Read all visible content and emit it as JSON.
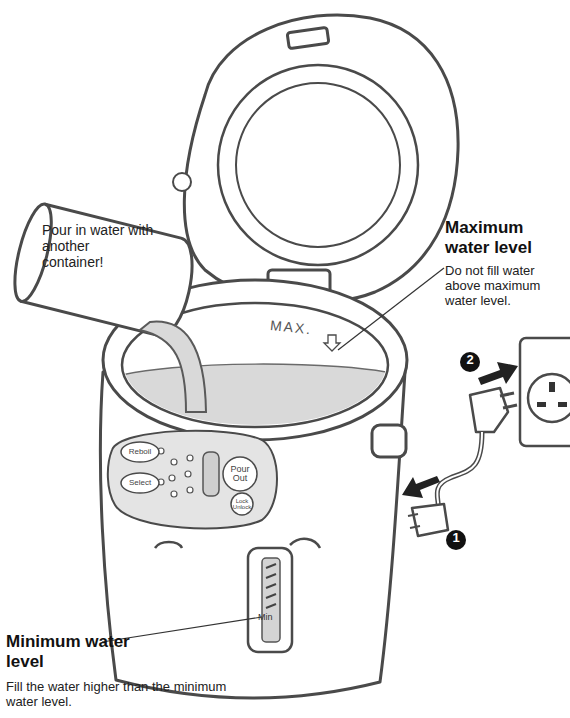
{
  "diagram": {
    "nodes": [
      {
        "text": [
          "Reboil"
        ]
      },
      {
        "text": [
          "Select"
        ]
      },
      {
        "text": [
          "Pour Out"
        ]
      },
      {
        "text": [
          "Lock Unlock"
        ]
      }
    ],
    "labels": [
      "Pour in water with another container!",
      "Maximum water level",
      "Do not fill water above maximum water level.",
      "MAX.",
      "Min",
      "Minimum water level",
      "Fill the water higher than the minimum water level.",
      "2",
      "1"
    ]
  }
}
